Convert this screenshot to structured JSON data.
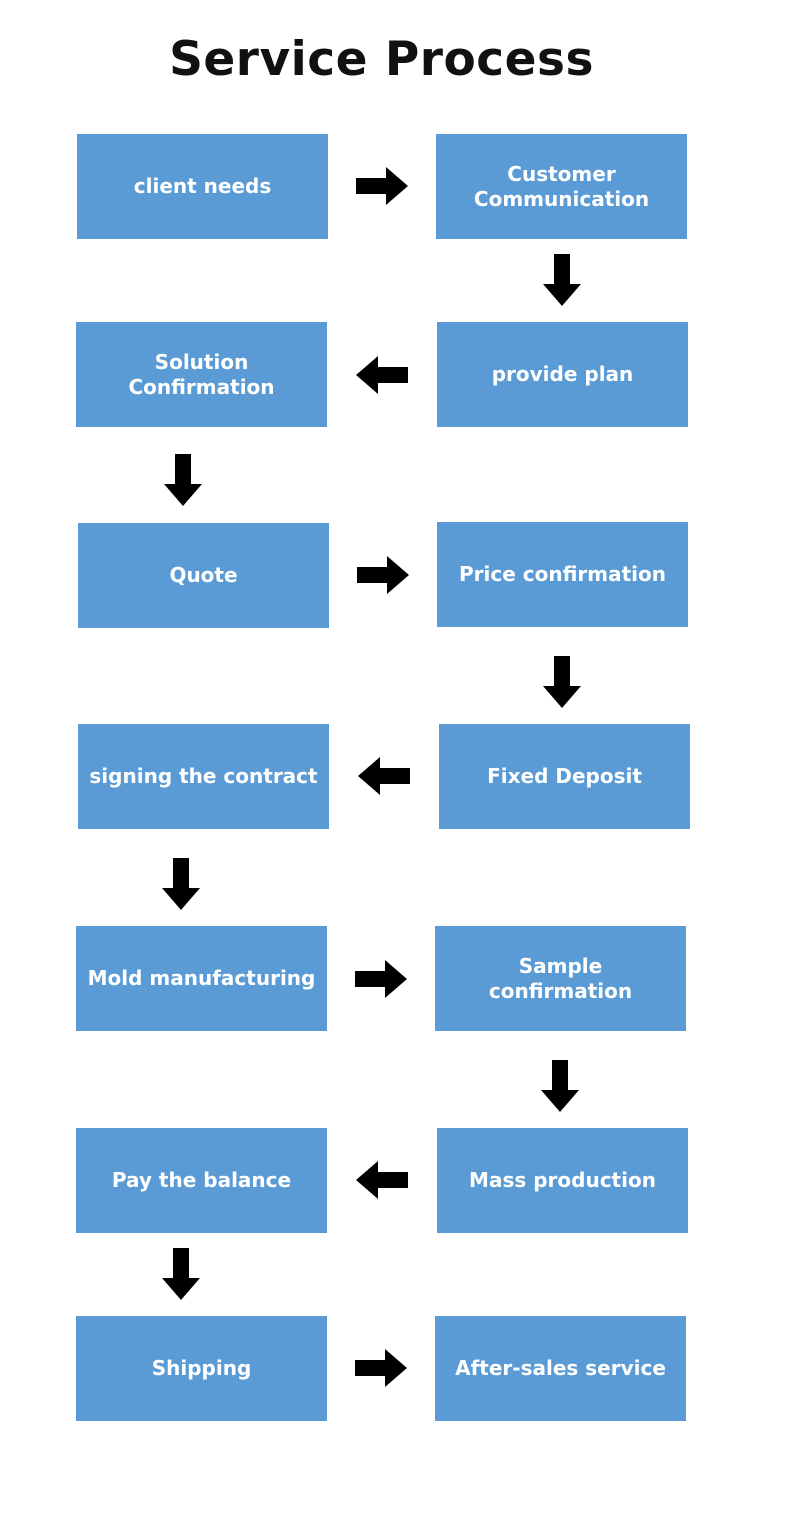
{
  "title": "Service Process",
  "colors": {
    "box_fill": "#5b9bd5",
    "box_text": "#ffffff",
    "arrow": "#000000",
    "title": "#111111"
  },
  "steps": [
    {
      "label": "client needs"
    },
    {
      "label": "Customer Communication"
    },
    {
      "label": "provide plan"
    },
    {
      "label": "Solution Confirmation"
    },
    {
      "label": "Quote"
    },
    {
      "label": "Price confirmation"
    },
    {
      "label": "Fixed Deposit"
    },
    {
      "label": "signing the contract"
    },
    {
      "label": "Mold manufacturing"
    },
    {
      "label": "Sample confirmation"
    },
    {
      "label": "Mass production"
    },
    {
      "label": "Pay the balance"
    },
    {
      "label": "Shipping"
    },
    {
      "label": "After-sales service"
    }
  ],
  "connectors": [
    {
      "from": "client needs",
      "to": "Customer Communication",
      "direction": "right"
    },
    {
      "from": "Customer Communication",
      "to": "provide plan",
      "direction": "down"
    },
    {
      "from": "provide plan",
      "to": "Solution Confirmation",
      "direction": "left"
    },
    {
      "from": "Solution Confirmation",
      "to": "Quote",
      "direction": "down"
    },
    {
      "from": "Quote",
      "to": "Price confirmation",
      "direction": "right"
    },
    {
      "from": "Price confirmation",
      "to": "Fixed Deposit",
      "direction": "down"
    },
    {
      "from": "Fixed Deposit",
      "to": "signing the contract",
      "direction": "left"
    },
    {
      "from": "signing the contract",
      "to": "Mold manufacturing",
      "direction": "down"
    },
    {
      "from": "Mold manufacturing",
      "to": "Sample confirmation",
      "direction": "right"
    },
    {
      "from": "Sample confirmation",
      "to": "Mass production",
      "direction": "down"
    },
    {
      "from": "Mass production",
      "to": "Pay the balance",
      "direction": "left"
    },
    {
      "from": "Pay the balance",
      "to": "Shipping",
      "direction": "down"
    },
    {
      "from": "Shipping",
      "to": "After-sales service",
      "direction": "right"
    }
  ]
}
